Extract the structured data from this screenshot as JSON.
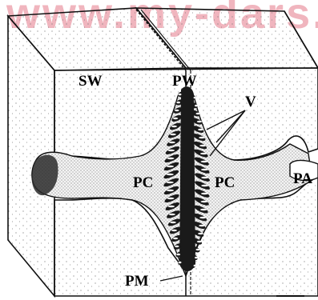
{
  "watermark": "www.my-dars.",
  "labels": {
    "sw": "SW",
    "pw": "PW",
    "v": "V",
    "pc_left": "PC",
    "pc_right": "PC",
    "pa": "PA",
    "pm": "PM"
  },
  "colors": {
    "line": "#111111",
    "watermark": "#efaeb8",
    "stipple": "#555555",
    "dark_tissue": "#1a1a1a"
  }
}
